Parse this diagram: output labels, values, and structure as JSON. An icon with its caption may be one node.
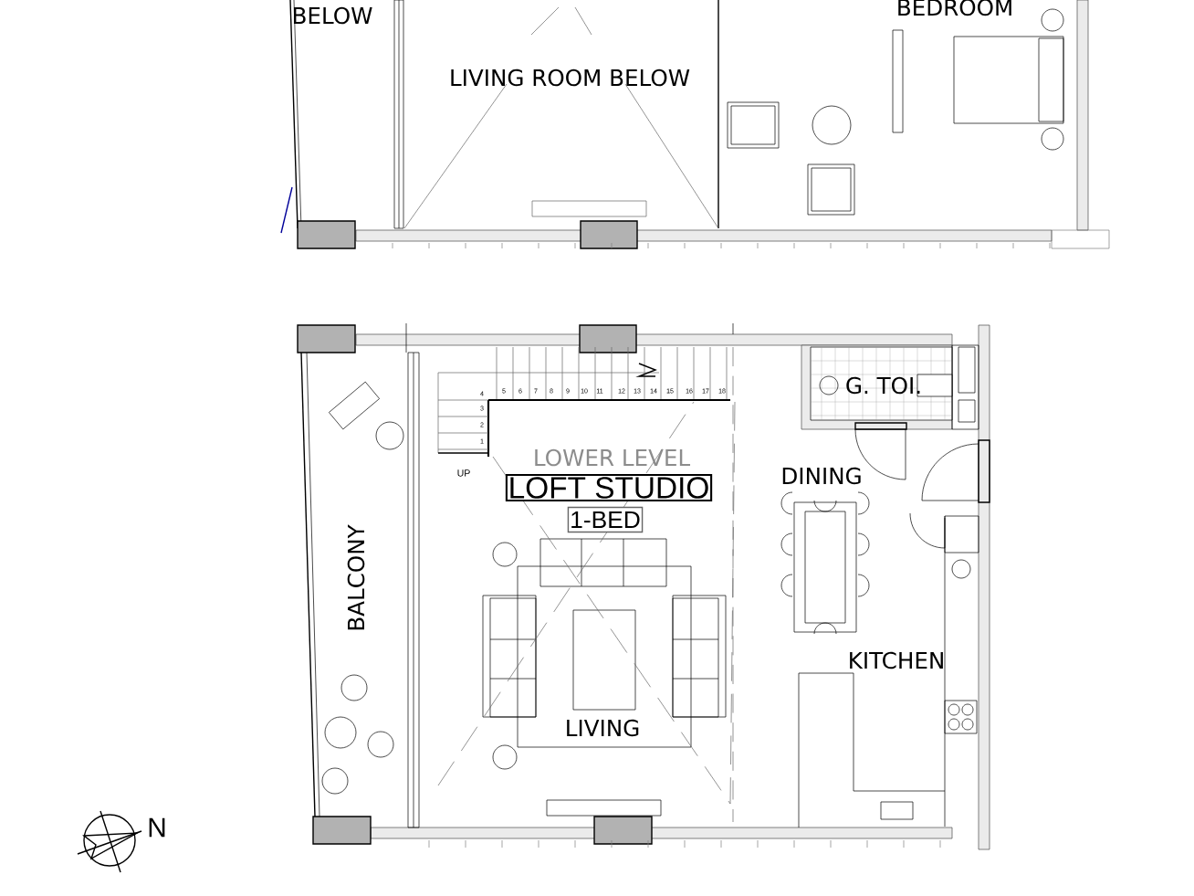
{
  "diagram": {
    "nodes": [
      {
        "text": [
          "LOFT STUDIO"
        ]
      },
      {
        "text": [
          "1-BED"
        ]
      }
    ],
    "labels": [
      "BELOW",
      "BEDROOM",
      "LIVING ROOM BELOW",
      "G. TOI.",
      "5",
      "6",
      "7",
      "8",
      "9",
      "10",
      "11",
      "12",
      "13",
      "14",
      "15",
      "16",
      "17",
      "18",
      "4",
      "3",
      "2",
      "1",
      "UP",
      "LOWER LEVEL",
      "DINING",
      "BALCONY",
      "KITCHEN",
      "LIVING",
      "N"
    ]
  }
}
